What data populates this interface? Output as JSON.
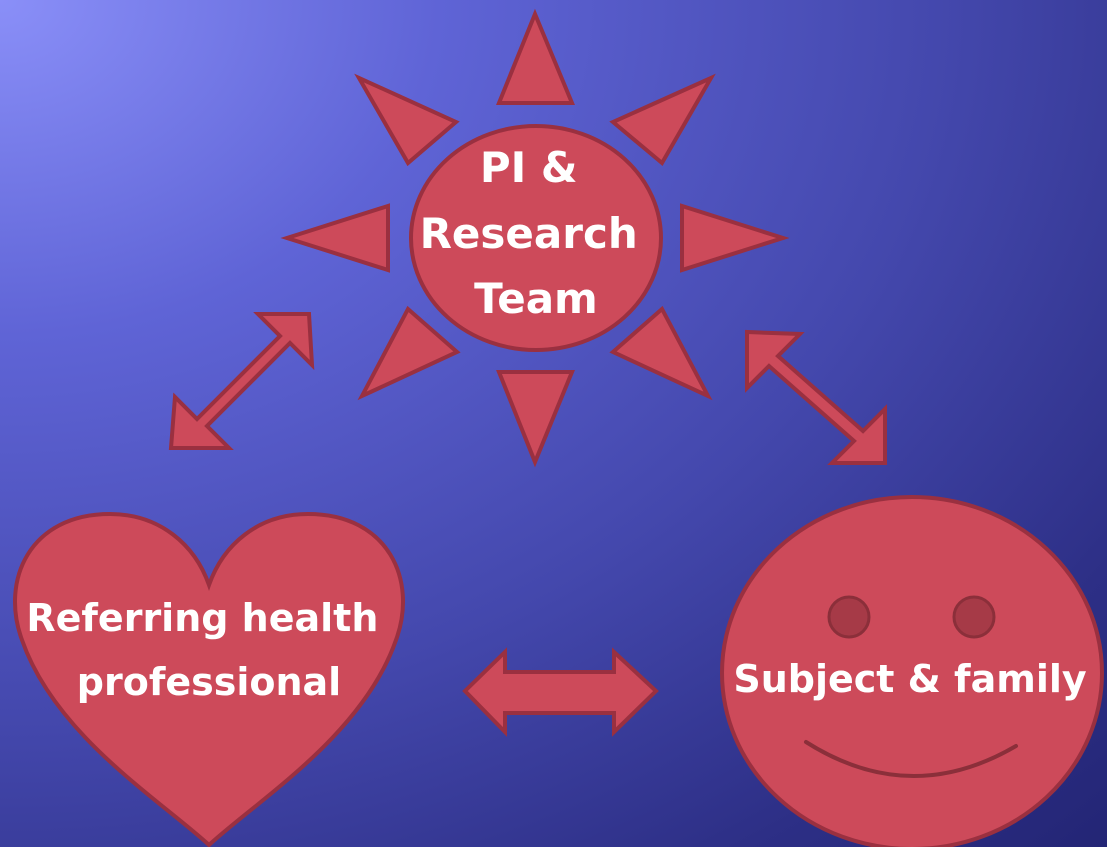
{
  "colors": {
    "shape_fill": "#cd4a5a",
    "shape_stroke": "#9a3040",
    "text": "#ffffff",
    "background_light": "#8a8ff8",
    "background_dark": "#232575"
  },
  "nodes": {
    "pi_team": {
      "shape": "sun",
      "lines": [
        "PI &",
        "Research",
        "Team"
      ]
    },
    "referring": {
      "shape": "heart",
      "lines": [
        "Referring health",
        "professional"
      ]
    },
    "subject": {
      "shape": "smiley-face",
      "lines": [
        "Subject & family"
      ]
    }
  },
  "connections": [
    {
      "from": "pi_team",
      "to": "referring",
      "type": "double-arrow"
    },
    {
      "from": "pi_team",
      "to": "subject",
      "type": "double-arrow"
    },
    {
      "from": "referring",
      "to": "subject",
      "type": "double-arrow"
    }
  ]
}
